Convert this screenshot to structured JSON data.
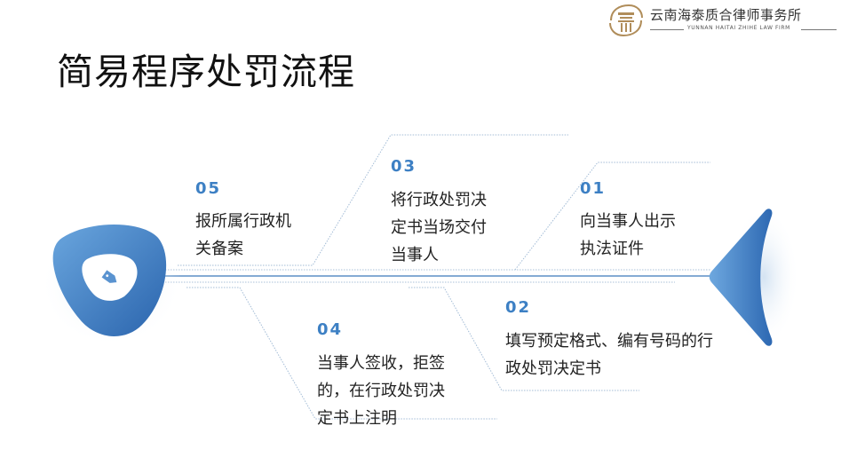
{
  "logo": {
    "name_cn": "云南海泰质合律师事务所",
    "name_en": "YUNNAN HAITAI ZHIHE LAW FIRM"
  },
  "page_title": "简易程序处罚流程",
  "colors": {
    "accent_blue": "#3d80c4",
    "shape_dark": "#2f6db5",
    "shape_light": "#5a9ad8",
    "text": "#222222"
  },
  "steps": [
    {
      "number": "01",
      "lines": [
        "向当事人出示",
        "执法证件"
      ]
    },
    {
      "number": "02",
      "lines": [
        "填写预定格式、编有号码的行",
        "政处罚决定书"
      ]
    },
    {
      "number": "03",
      "lines": [
        "将行政处罚决",
        "定书当场交付",
        "当事人"
      ]
    },
    {
      "number": "04",
      "lines": [
        "当事人签收，拒签",
        "的，在行政处罚决",
        "定书上注明"
      ]
    },
    {
      "number": "05",
      "lines": [
        "报所属行政机",
        "关备案"
      ]
    }
  ],
  "icons": {
    "center_icon": "tag-icon",
    "head_shape": "arrow-head",
    "tail_shape": "rounded-triangle"
  }
}
